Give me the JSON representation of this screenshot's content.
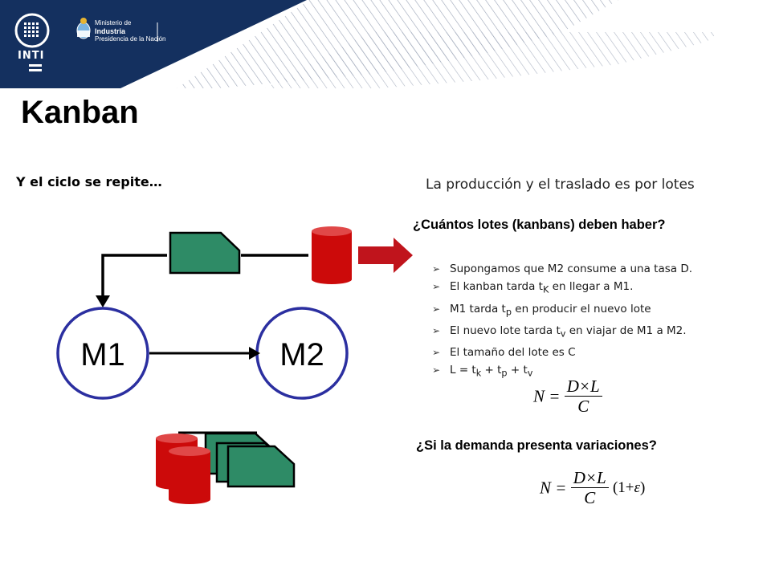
{
  "header": {
    "logo_text": "INTI",
    "ministry_line1": "Ministerio de",
    "ministry_line2": "Industria",
    "ministry_line3": "Presidencia de la Nación"
  },
  "title": "Kanban",
  "left_subtitle": "Y el ciclo se repite…",
  "diagram": {
    "machine1": "M1",
    "machine2": "M2"
  },
  "right": {
    "line1": "La producción y el traslado es por lotes",
    "question1": "¿Cuántos lotes (kanbans) deben haber?",
    "bullets": [
      {
        "pre": "Supongamos que M2 consume a una tasa D.",
        "sub": "",
        "post": ""
      },
      {
        "pre": "El kanban tarda t",
        "sub": "K",
        "post": " en llegar a M1."
      },
      {
        "pre": "M1 tarda t",
        "sub": "p",
        "post": " en producir el nuevo lote"
      },
      {
        "pre": "El nuevo lote tarda t",
        "sub": "v",
        "post": " en viajar de M1 a M2."
      },
      {
        "pre": "El tamaño del lote es C",
        "sub": "",
        "post": ""
      },
      {
        "pre": "L = t",
        "sub": "k",
        "post": " + t",
        "sub2": "p",
        "post2": " + t",
        "sub3": "v"
      }
    ],
    "formula1": {
      "lhs": "N =",
      "num": "D×L",
      "den": "C"
    },
    "question2": "¿Si la demanda presenta variaciones?",
    "formula2": {
      "lhs": "N =",
      "num": "D×L",
      "den": "C",
      "factor_open": "(1+",
      "epsilon": "ε",
      "factor_close": ")"
    }
  },
  "colors": {
    "header_navy": "#14305f",
    "kanban_green": "#2e8b66",
    "barrel_red": "#cc0a0a",
    "arrow_red": "#c0141c",
    "machine_border": "#2b2fa0"
  }
}
